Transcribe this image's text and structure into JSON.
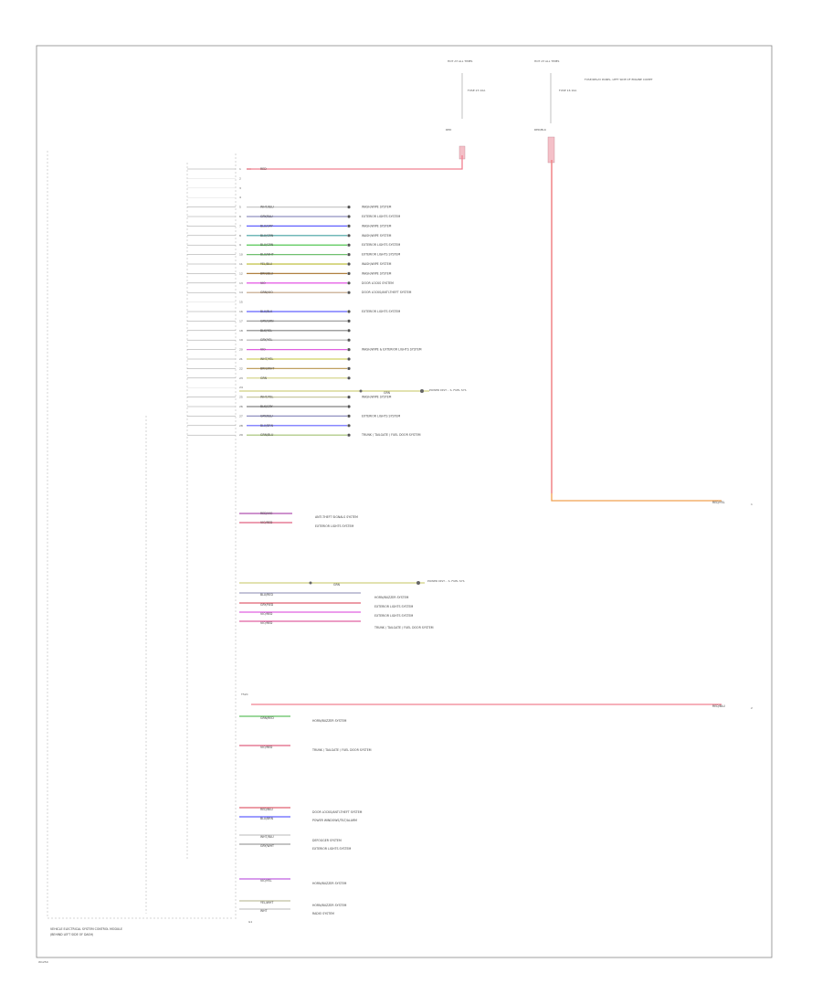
{
  "module": {
    "title": "VEHICLE ELECTRICAL SYSTEM CONTROL MODULE",
    "subtitle": "(BEHIND LEFT SIDE OF DASH)",
    "ground_label": "G1"
  },
  "figure_code": "W1250",
  "fuses": [
    {
      "box_top": "HOT AT ALL TIMES",
      "fuse": "FUSE 23 10A",
      "wire": "RED"
    },
    {
      "box_top": "HOT AT ALL TIMES",
      "fuse": "FUSE 16 10A",
      "wire": "RED/BLK",
      "location": "FUSE/RELAY PANEL, LEFT SIDE OF ENGINE COMPT"
    }
  ],
  "connector_label": "T52C",
  "pins": [
    {
      "num": "1",
      "wire": "RED",
      "dest": "",
      "color": "#e06070"
    },
    {
      "num": "2",
      "wire": "",
      "dest": "",
      "color": ""
    },
    {
      "num": "3",
      "wire": "",
      "dest": "",
      "color": ""
    },
    {
      "num": "4",
      "wire": "",
      "dest": "",
      "color": ""
    },
    {
      "num": "5",
      "wire": "WHT/BLU",
      "dest": "WASH/WIPE SYSTEM",
      "color": "#c8c8c8"
    },
    {
      "num": "6",
      "wire": "GRY/BLU",
      "dest": "EXTERIOR LIGHTS SYSTEM",
      "color": "#9090c0"
    },
    {
      "num": "7",
      "wire": "BLU/GRY",
      "dest": "WASH/WIPE SYSTEM",
      "color": "#6060ff"
    },
    {
      "num": "8",
      "wire": "BLU/GRN",
      "dest": "WASH/WIPE SYSTEM",
      "color": "#40a0a0"
    },
    {
      "num": "9",
      "wire": "BLU/GRN",
      "dest": "EXTERIOR LIGHTS SYSTEM",
      "color": "#40c040"
    },
    {
      "num": "10",
      "wire": "BLU/WHT",
      "dest": "EXTERIOR LIGHTS SYSTEM",
      "color": "#70c070"
    },
    {
      "num": "11",
      "wire": "YEL/BLU",
      "dest": "WASH/WIPE SYSTEM",
      "color": "#c0c040"
    },
    {
      "num": "12",
      "wire": "BRN/BLU",
      "dest": "WASH/WIPE SYSTEM",
      "color": "#b08040"
    },
    {
      "num": "13",
      "wire": "VIO",
      "dest": "DOOR LOCKS SYSTEM",
      "color": "#e040e0"
    },
    {
      "num": "14",
      "wire": "GRN/VIO",
      "dest": "DOOR LOCKS/ANTI-THEFT SYSTEM",
      "color": "#c0a080"
    },
    {
      "num": "15",
      "wire": "",
      "dest": "",
      "color": ""
    },
    {
      "num": "16",
      "wire": "BLU/BLK",
      "dest": "EXTERIOR LIGHTS SYSTEM",
      "color": "#6060ff"
    },
    {
      "num": "17",
      "wire": "GRY/GRN",
      "dest": "",
      "color": "#a0a0a0"
    },
    {
      "num": "18",
      "wire": "BLK/YEL",
      "dest": "",
      "color": "#808080"
    },
    {
      "num": "19",
      "wire": "GRY/YEL",
      "dest": "",
      "color": "#b0b0b0"
    },
    {
      "num": "20",
      "wire": "VIO",
      "dest": "WASH/WIPE & EXTERIOR LIGHTS SYSTEM",
      "color": "#e060e0"
    },
    {
      "num": "21",
      "wire": "WHT/YEL",
      "dest": "",
      "color": "#d0d060"
    },
    {
      "num": "22",
      "wire": "BRN/WHT",
      "dest": "",
      "color": "#c0a060"
    },
    {
      "num": "23",
      "wire": "GRN",
      "dest": "",
      "color": "#d0d080"
    },
    {
      "num": "24",
      "wire": "",
      "dest": "",
      "color": ""
    },
    {
      "num": "25",
      "wire": "WHT/YEL",
      "dest": "WASH/WIPE SYSTEM",
      "color": "#c8c8a0"
    },
    {
      "num": "26",
      "wire": "BLK/GRY",
      "dest": "",
      "color": "#808080"
    },
    {
      "num": "27",
      "wire": "GRY/BLU",
      "dest": "EXTERIOR LIGHTS SYSTEM",
      "color": "#9090c0"
    },
    {
      "num": "28",
      "wire": "BLU/BRN",
      "dest": "",
      "color": "#6060ff"
    },
    {
      "num": "29",
      "wire": "GRN/BLU",
      "dest": "TRUNK / TAILGATE / FUEL DOOR SYSTEM",
      "color": "#a0c070"
    }
  ],
  "splices": [
    {
      "label": "GRN",
      "dest": "POWER DIST. - S. FUEL SYS"
    },
    {
      "label": "GRN",
      "dest": "POWER DIST. - S. FUEL SYS"
    }
  ],
  "right_outputs": [
    {
      "label": "RED/YEL",
      "num": "1"
    },
    {
      "label": "RED/BLU",
      "num": "2"
    }
  ],
  "upper_groups": [
    {
      "wire": "RED/VIO",
      "dest": "ANTI-THEFT SIGNALS SYSTEM"
    },
    {
      "wire": "VIO/RED",
      "dest": "EXTERIOR LIGHTS SYSTEM"
    }
  ],
  "mid_groups": [
    {
      "wire": "BLU/RED",
      "dest": "HORN/BUZZER SYSTEM"
    },
    {
      "wire": "GRY/RED",
      "dest": "EXTERIOR LIGHTS SYSTEM"
    },
    {
      "wire": "VIO/RED",
      "dest": "EXTERIOR LIGHTS SYSTEM"
    },
    {
      "wire": "VIO/RED",
      "dest": "TRUNK / TAILGATE / FUEL DOOR SYSTEM"
    }
  ],
  "lower_groups": [
    {
      "wire": "GRN/RED",
      "dest": "HORN/BUZZER SYSTEM"
    },
    {
      "wire": "VIO/RED",
      "dest": "TRUNK / TAILGATE / FUEL DOOR SYSTEM"
    },
    {
      "wire": "RED/BLU",
      "dest": "DOOR LOCKS/ANTI-THEFT SYSTEM"
    },
    {
      "wire": "BLU/BRN",
      "dest": "POWER WINDOWS/TILT/ALARM"
    },
    {
      "wire": "WHT/BLU",
      "dest": "DEFOGGER SYSTEM"
    },
    {
      "wire": "GRY/WHT",
      "dest": "EXTERIOR LIGHTS SYSTEM"
    },
    {
      "wire": "VIO/YEL",
      "dest": "HORN/BUZZER SYSTEM"
    },
    {
      "wire": "YEL/WHT",
      "dest": "HORN/BUZZER SYSTEM"
    },
    {
      "wire": "WHT",
      "dest": "RADIO SYSTEM"
    }
  ]
}
